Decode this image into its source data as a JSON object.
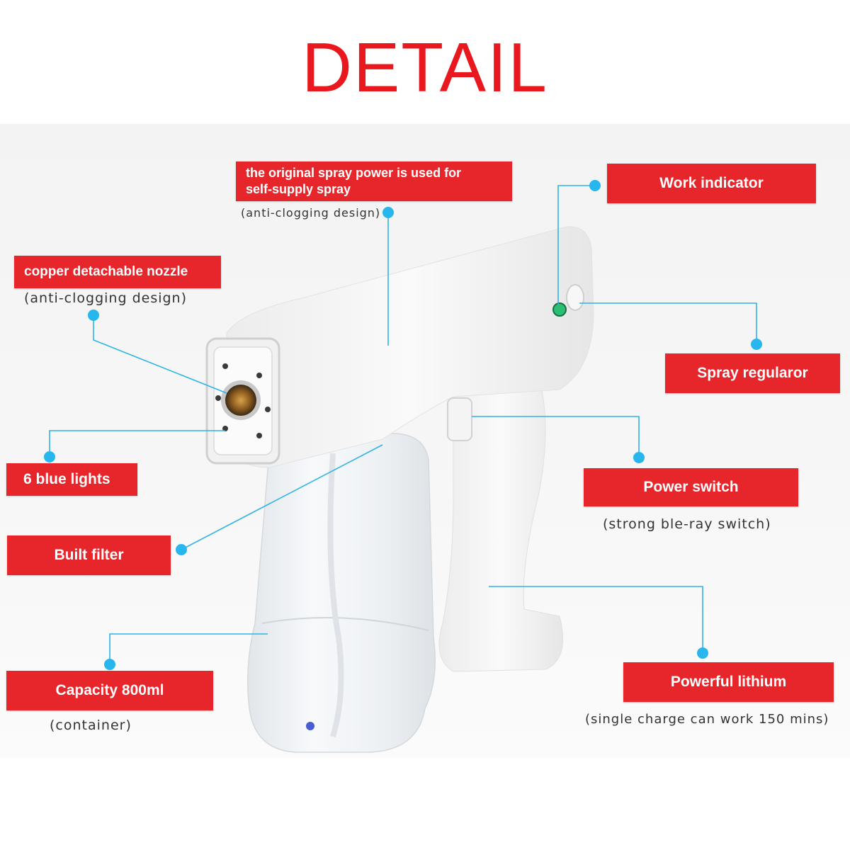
{
  "title": "DETAIL",
  "colors": {
    "title": "#e8181e",
    "tag_bg": "#e6262b",
    "leader": "#2fb3e6",
    "dot": "#28b6ee"
  },
  "callouts": {
    "spray_power": {
      "label_line1": "the original spray power is used for",
      "label_line2": "self-supply spray",
      "note": "(anti-clogging design)"
    },
    "work_indicator": {
      "label": "Work indicator"
    },
    "nozzle": {
      "label": "copper detachable nozzle",
      "note": "(anti-clogging design)"
    },
    "spray_regulator": {
      "label": "Spray regularor"
    },
    "blue_lights": {
      "label": "6 blue lights"
    },
    "power_switch": {
      "label": "Power switch",
      "note": "(strong ble-ray switch)"
    },
    "built_filter": {
      "label": "Built filter"
    },
    "capacity": {
      "label": "Capacity 800ml",
      "note": "(container)"
    },
    "lithium": {
      "label": "Powerful lithium",
      "note": "(single charge can work 150 mins)"
    }
  }
}
